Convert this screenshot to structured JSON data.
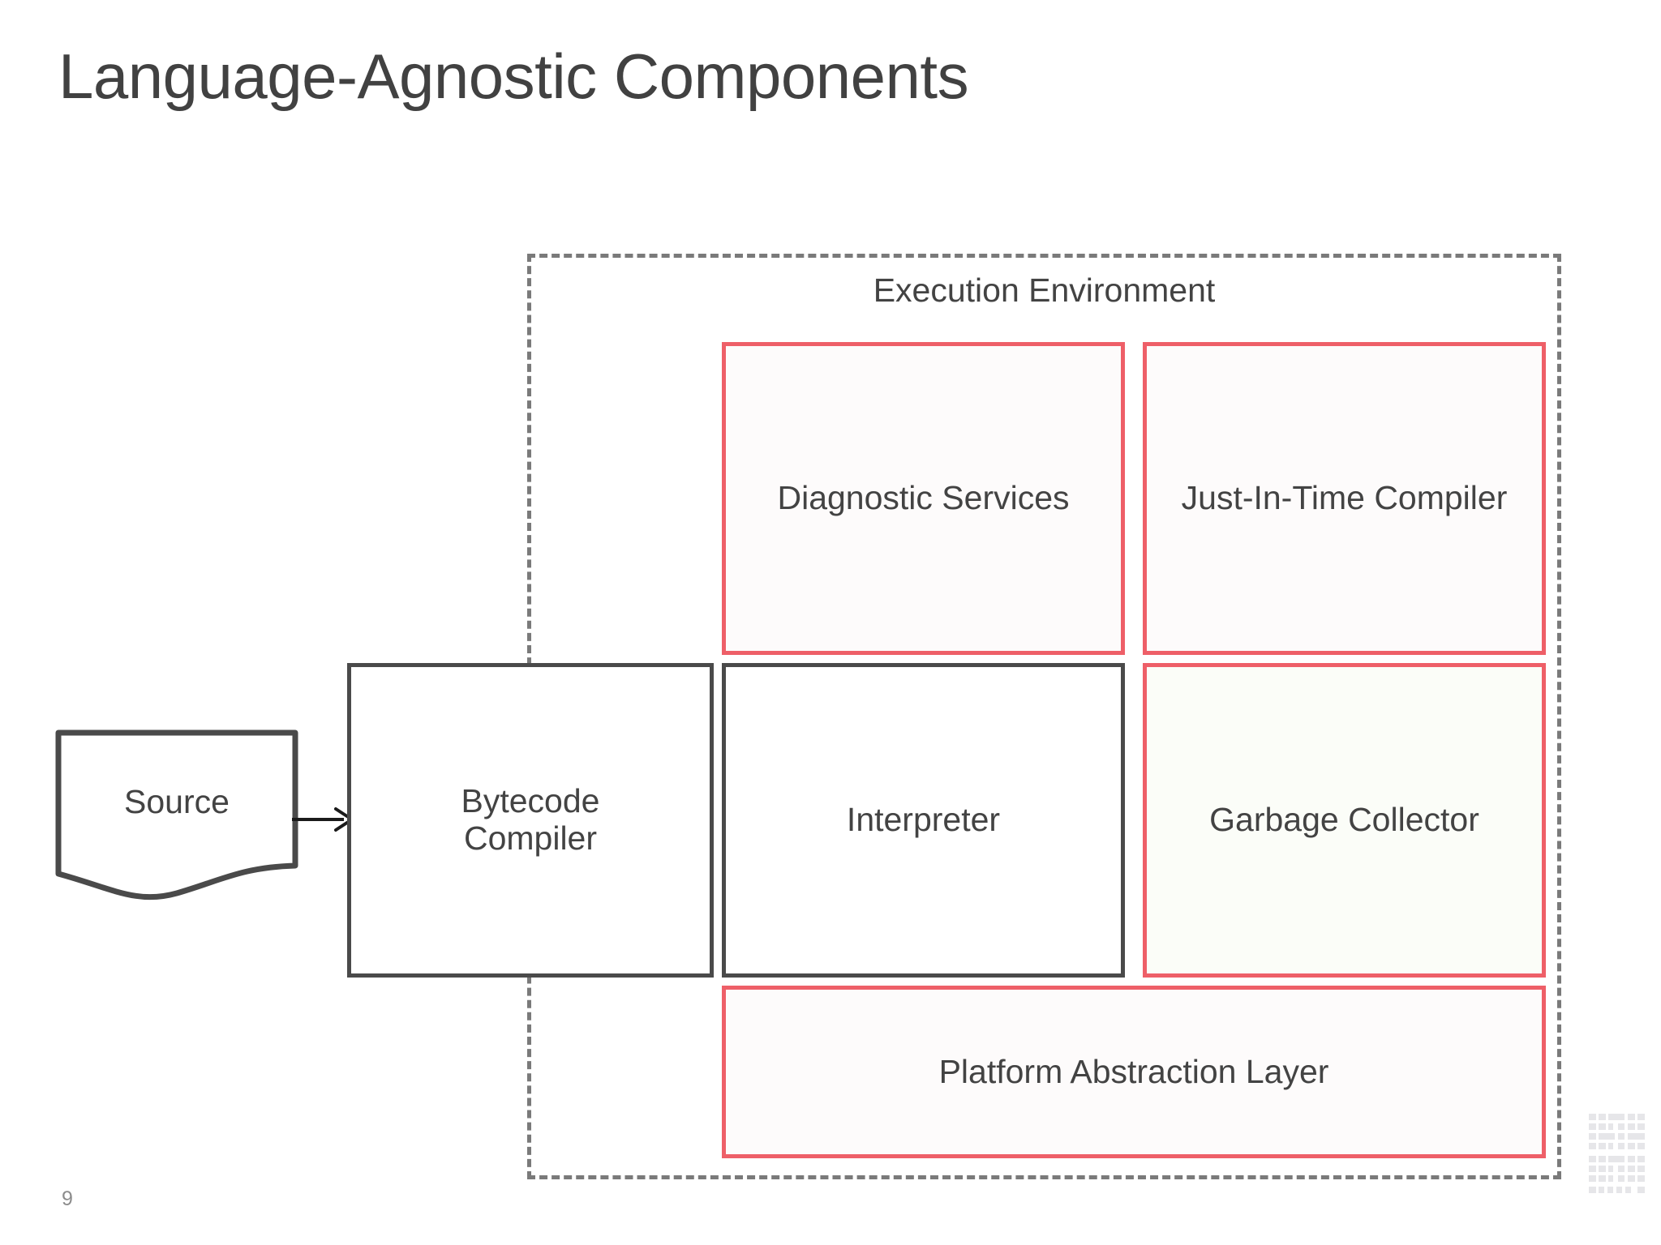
{
  "slide": {
    "title": "Language-Agnostic Components",
    "page_number": "9",
    "logo_name": "ibm-logo",
    "background_color": "#ffffff",
    "title_color": "#414141"
  },
  "colors": {
    "accent_red": "#ee5f68",
    "dark_outline": "#4a4a4a",
    "dashed_outline": "#7a7a7a",
    "text": "#434343",
    "page_number": "#8c8c8c",
    "green_tint_fill": "#fbfdf8"
  },
  "diagram": {
    "source": {
      "label": "Source",
      "shape": "document"
    },
    "arrow": {
      "name": "arrow-source-to-compiler",
      "from": "Source",
      "to": "Bytecode Compiler",
      "direction": "right"
    },
    "external_nodes": [
      {
        "id": "bytecode-compiler",
        "label": "Bytecode\nCompiler",
        "style": "dark"
      }
    ],
    "container": {
      "label": "Execution Environment",
      "border_style": "dashed",
      "border_color": "#7a7a7a"
    },
    "nodes": [
      {
        "id": "diagnostic-services",
        "label": "Diagnostic Services",
        "style": "red",
        "row": 1,
        "column": 1
      },
      {
        "id": "jit-compiler",
        "label": "Just-In-Time Compiler",
        "style": "red",
        "row": 1,
        "column": 2
      },
      {
        "id": "interpreter",
        "label": "Interpreter",
        "style": "dark",
        "row": 2,
        "column": 1
      },
      {
        "id": "garbage-collector",
        "label": "Garbage Collector",
        "style": "red",
        "row": 2,
        "column": 2
      },
      {
        "id": "platform-abstraction-layer",
        "label": "Platform Abstraction Layer",
        "style": "red",
        "row": 3,
        "column": "full-width"
      }
    ]
  }
}
